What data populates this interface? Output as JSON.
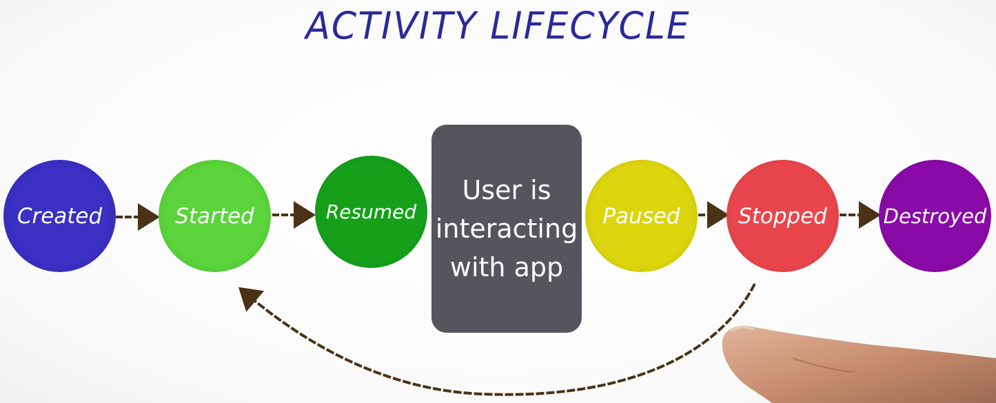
{
  "title": "ACTIVITY LIFECYCLE",
  "states": [
    {
      "label": "Created",
      "color": "#3b2fc4"
    },
    {
      "label": "Started",
      "color": "#5ad43a"
    },
    {
      "label": "Resumed",
      "color": "#16a01a"
    },
    {
      "label": "Paused",
      "color": "#dcd50e"
    },
    {
      "label": "Stopped",
      "color": "#e8464c"
    },
    {
      "label": "Destroyed",
      "color": "#8a0aa8"
    }
  ],
  "center_box": {
    "line1": "User is",
    "line2": "interacting",
    "line3": "with app",
    "color": "#55565d"
  },
  "arrow_color": "#4a3217"
}
